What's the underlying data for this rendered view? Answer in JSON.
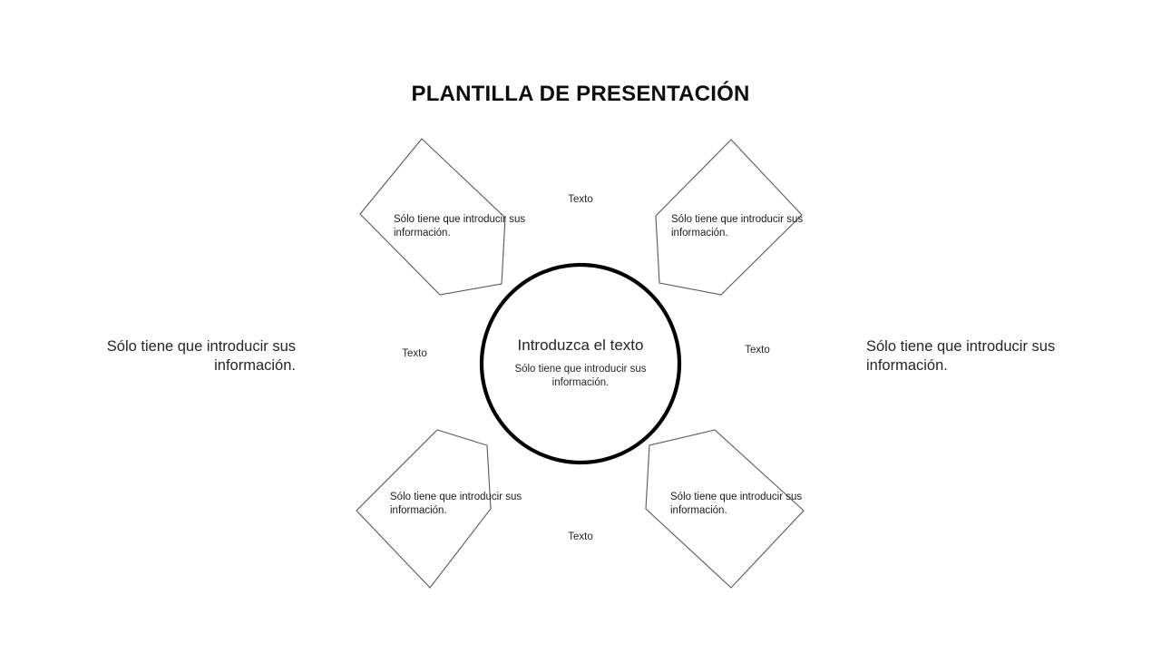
{
  "slide": {
    "title": "PLANTILLA DE PRESENTACIÓN",
    "background_color": "#ffffff",
    "text_color": "#262626"
  },
  "center": {
    "heading": "Introduzca el texto",
    "body": "Sólo tiene que introducir sus información.",
    "shape": "circle",
    "stroke_color": "#000000"
  },
  "nodes": [
    {
      "id": "top-left",
      "shape": "pentagon",
      "text": "Sólo tiene que introducir sus información.",
      "stroke_color": "#595959"
    },
    {
      "id": "top-right",
      "shape": "pentagon",
      "text": "Sólo tiene que introducir sus información.",
      "stroke_color": "#595959"
    },
    {
      "id": "bottom-left",
      "shape": "pentagon",
      "text": "Sólo tiene que introducir sus información.",
      "stroke_color": "#595959"
    },
    {
      "id": "bottom-right",
      "shape": "pentagon",
      "text": "Sólo tiene que introducir sus información.",
      "stroke_color": "#595959"
    }
  ],
  "connector_labels": {
    "top": "Texto",
    "left": "Texto",
    "right": "Texto",
    "bottom": "Texto"
  },
  "side_captions": {
    "left": "Sólo tiene que introducir sus información.",
    "right": "Sólo tiene que introducir sus información."
  }
}
